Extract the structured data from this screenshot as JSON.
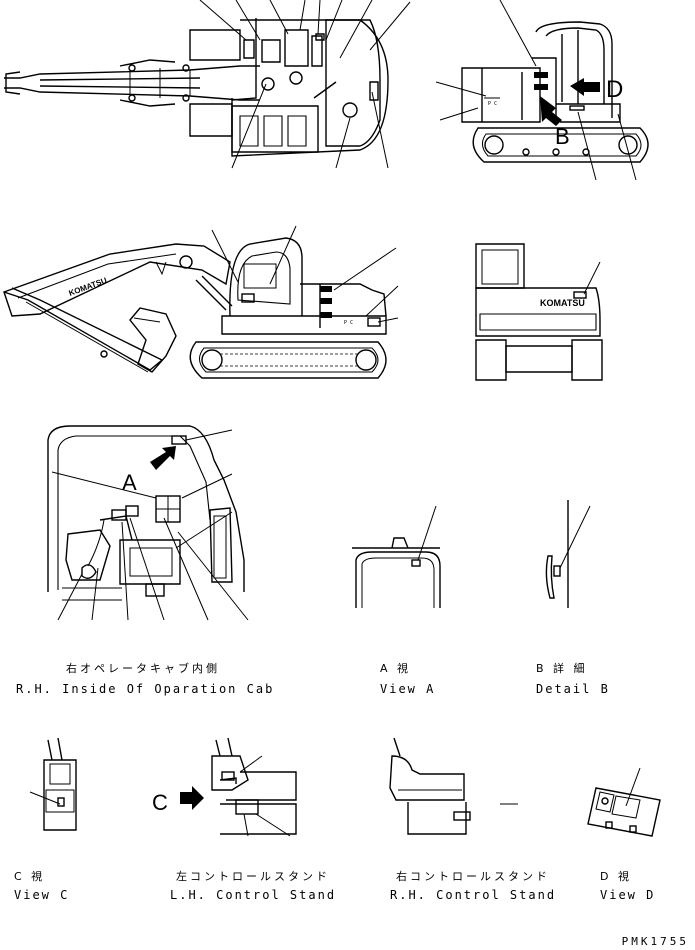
{
  "letters": {
    "a": "A",
    "b": "B",
    "c": "C",
    "d": "D"
  },
  "brand": "KOMATSU",
  "captions": {
    "rh_cab_jp": "右オペレータキャブ内側",
    "rh_cab_en": "R.H.  Inside Of Oparation Cab",
    "view_a_jp": "A  視",
    "view_a_en": "View A",
    "detail_b_jp": "B 詳 細",
    "detail_b_en": "Detail B",
    "view_c_jp": "C  視",
    "view_c_en": "View C",
    "lh_stand_jp": "左コントロールスタンド",
    "lh_stand_en": "L.H.  Control Stand",
    "rh_stand_jp": "右コントロールスタンド",
    "rh_stand_en": "R.H.  Control Stand",
    "view_d_jp": "D  視",
    "view_d_en": "View D"
  },
  "drawing_code": "PMK1755"
}
